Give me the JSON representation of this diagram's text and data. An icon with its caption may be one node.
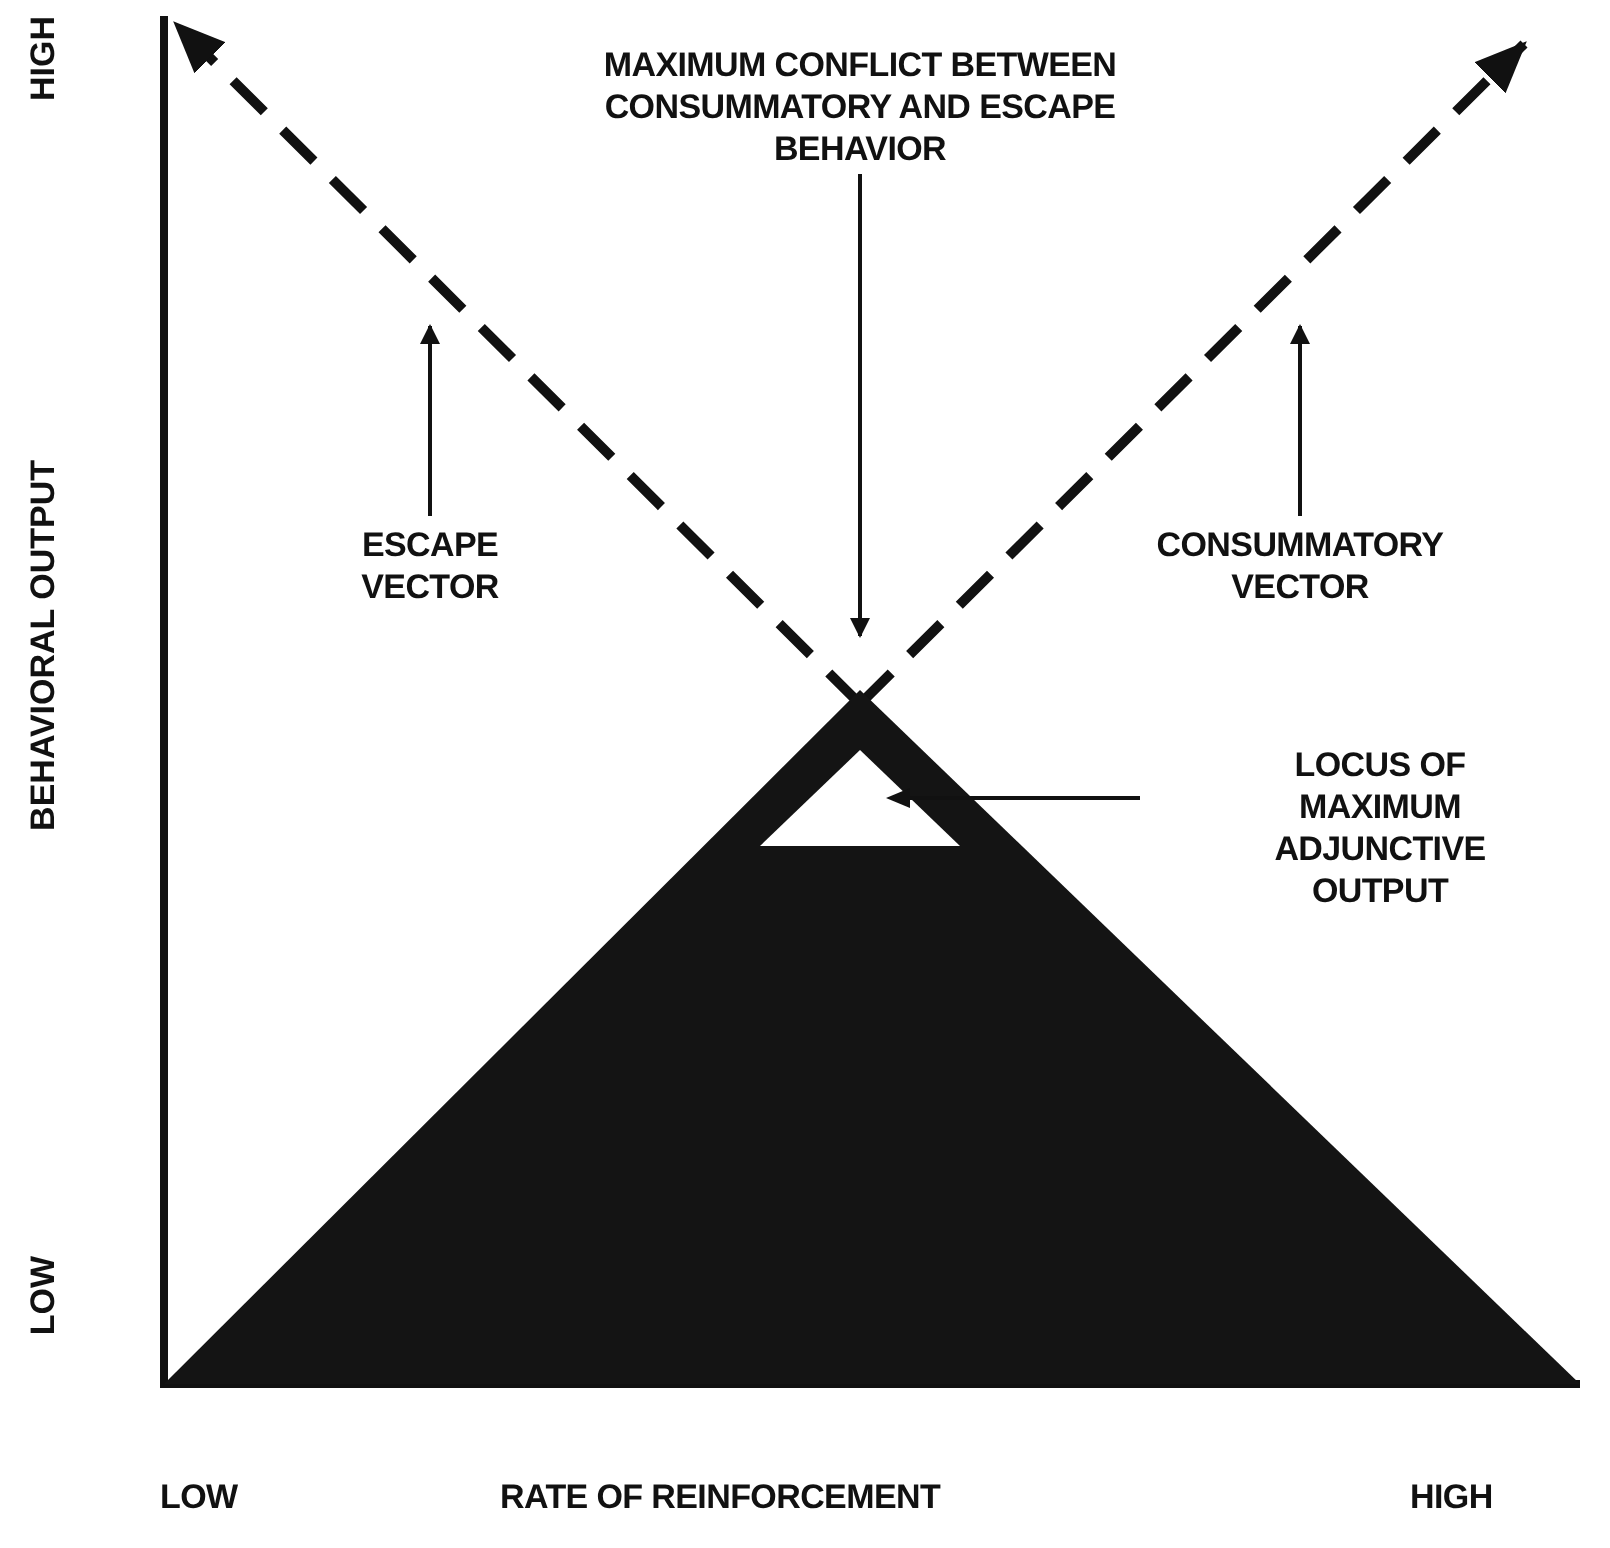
{
  "diagram": {
    "nodes": [
      {
        "text": [
          "MAXIMUM CONFLICT BETWEEN CONSUMMATORY AND ESCAPE BEHAVIOR"
        ]
      },
      {
        "text": [
          "ESCAPE VECTOR"
        ]
      },
      {
        "text": [
          "CONSUMMATORY VECTOR"
        ]
      },
      {
        "text": [
          "LOCUS OF MAXIMUM ADJUNCTIVE OUTPUT"
        ]
      },
      {
        "text": [],
        "shape": "triangle"
      },
      {
        "text": [],
        "shape": "triangle",
        "in": 4
      }
    ],
    "edges": [
      {
        "from": 0,
        "to": null,
        "arrow": "to"
      },
      {
        "from": 1,
        "to": null,
        "arrow": "to"
      },
      {
        "from": 2,
        "to": null,
        "arrow": "to"
      },
      {
        "from": 3,
        "to": 5,
        "arrow": "to"
      }
    ],
    "labels": [
      "HIGH",
      "BEHAVIORAL OUTPUT",
      "LOW",
      "LOW",
      "RATE OF REINFORCEMENT",
      "HIGH"
    ]
  }
}
